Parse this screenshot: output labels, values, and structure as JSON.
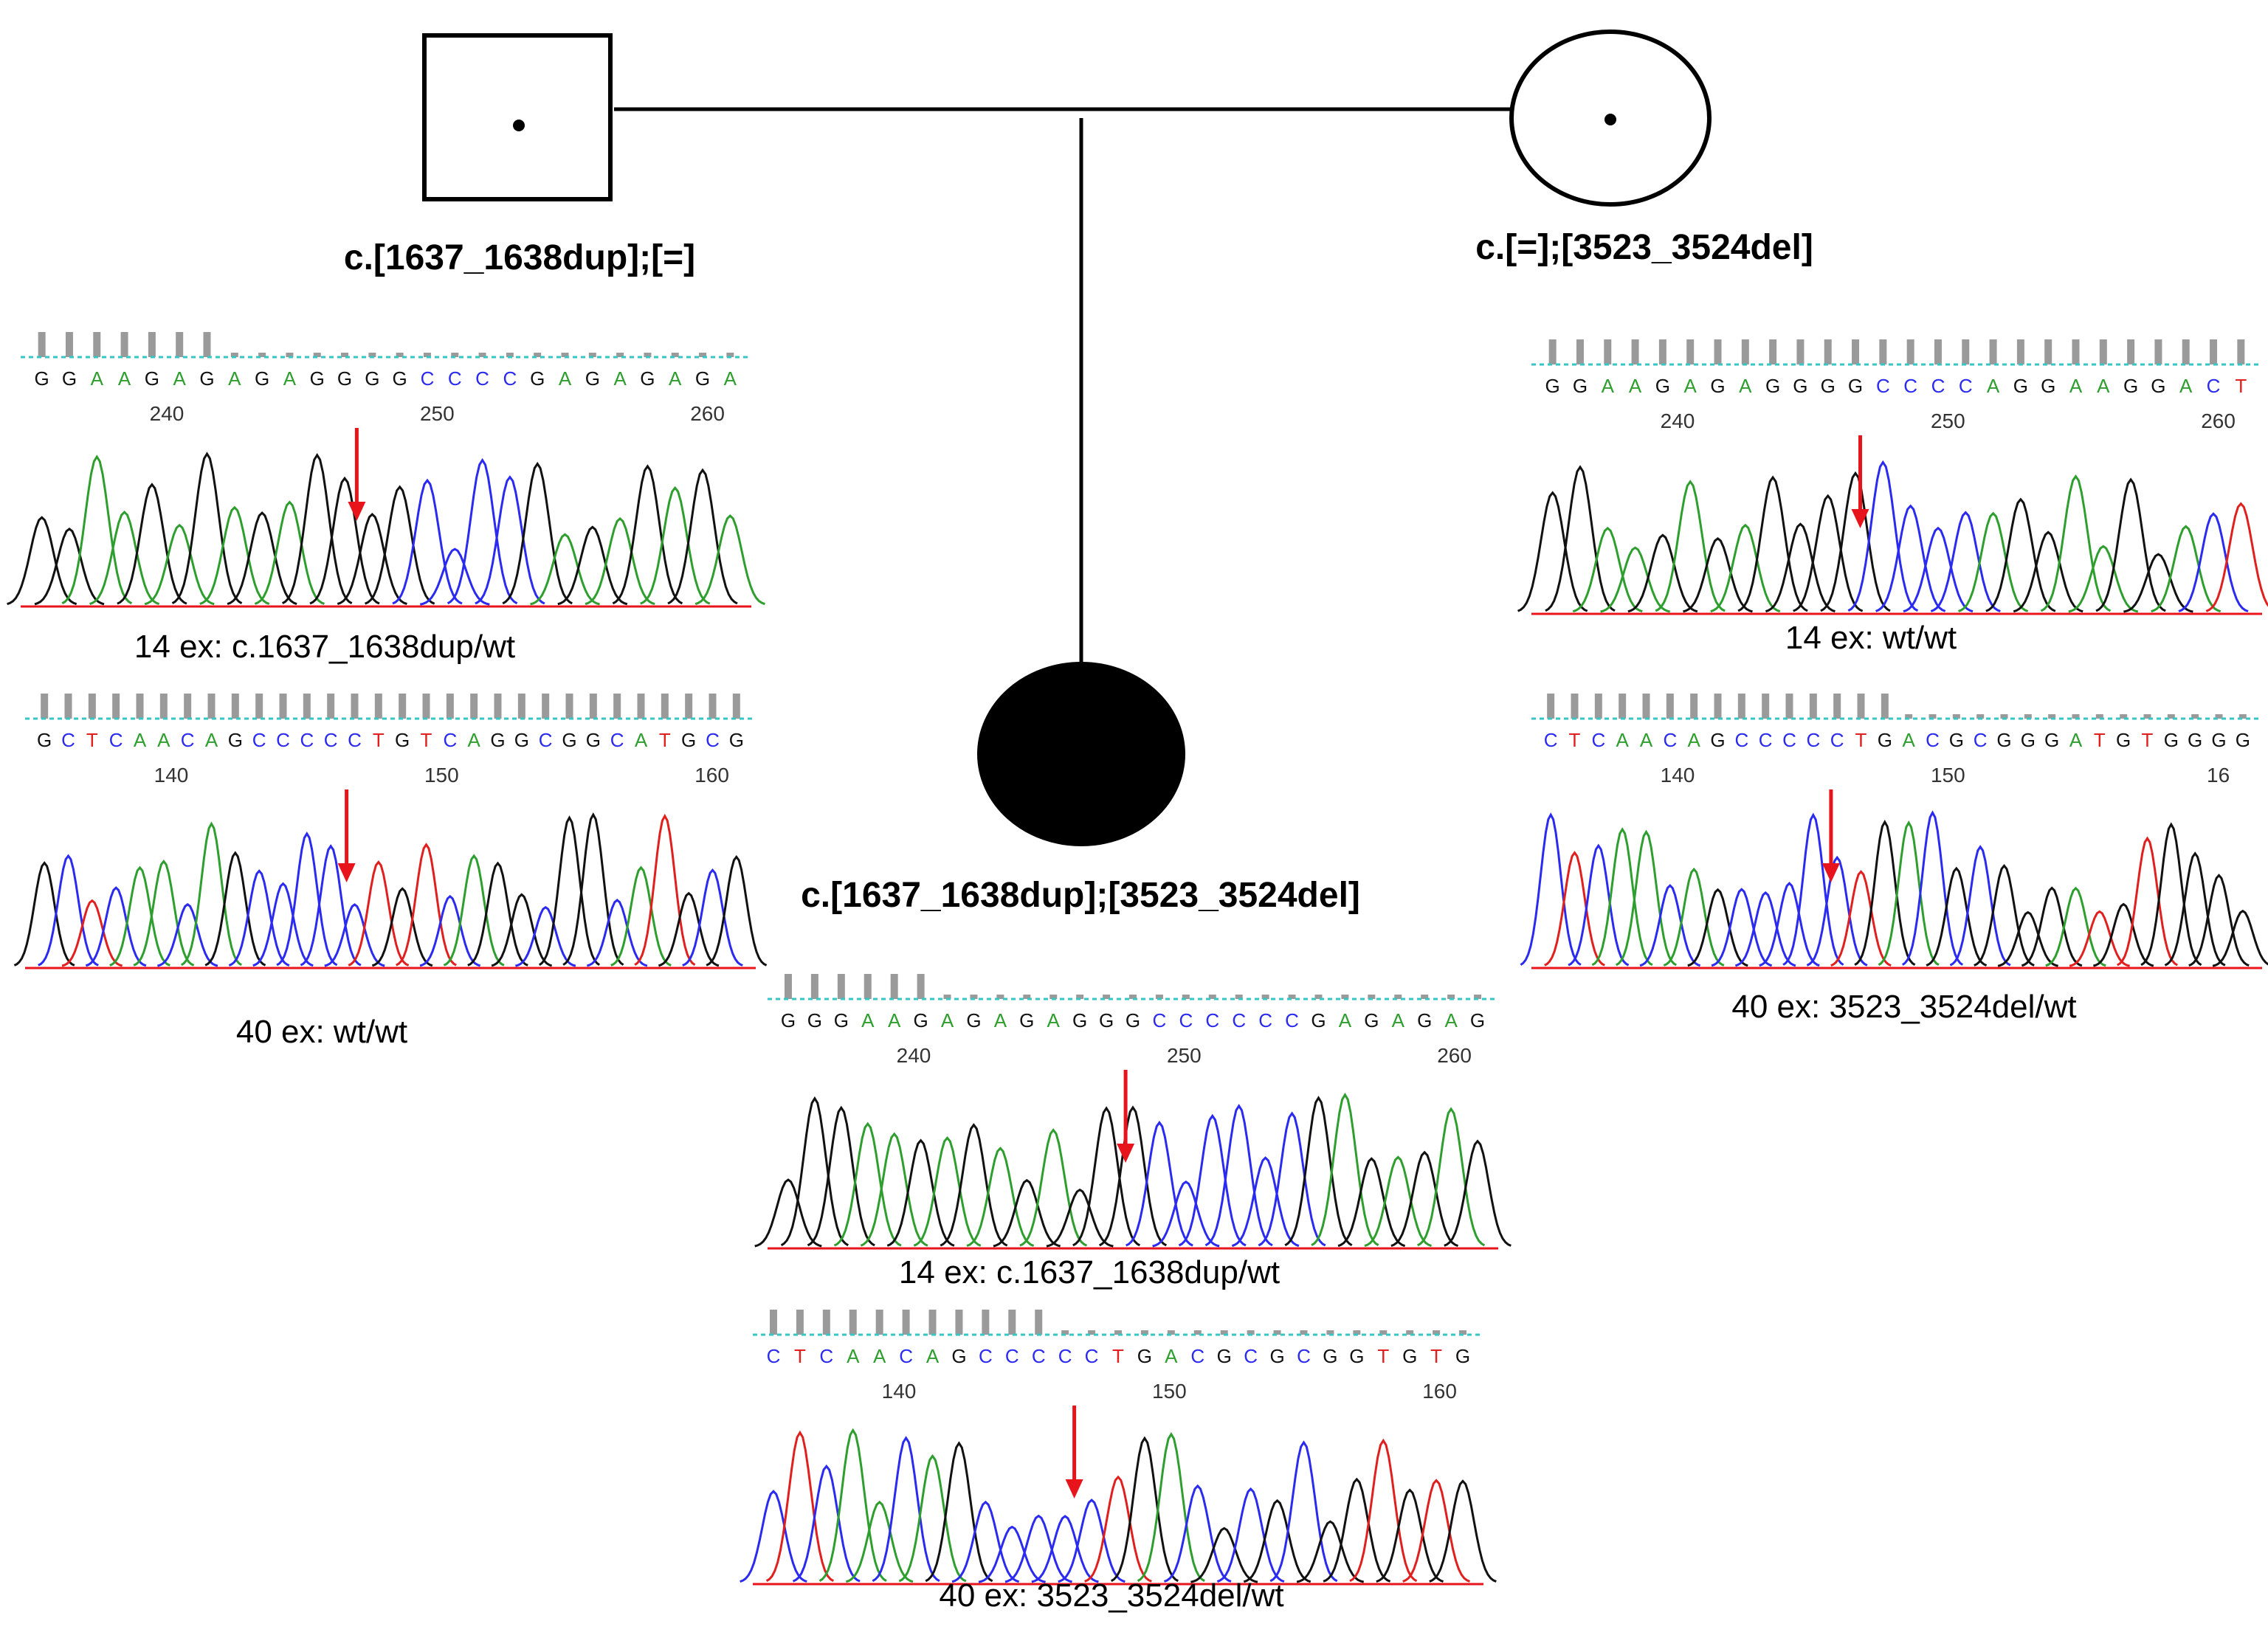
{
  "pedigree": {
    "father": {
      "shape": "square",
      "affected": false,
      "carrier": true,
      "genotype": "c.[1637_1638dup];[=]"
    },
    "mother": {
      "shape": "circle",
      "affected": false,
      "carrier": true,
      "genotype": "c.[=];[3523_3524del]"
    },
    "proband": {
      "shape": "circle",
      "affected": true,
      "genotype": "c.[1637_1638dup];[3523_3524del]"
    }
  },
  "colors": {
    "A": "#2e9e2e",
    "C": "#2a2af0",
    "G": "#111111",
    "T": "#e0201e",
    "arrow": "#e8141c",
    "baseline": "#e8141c",
    "quality": "#9a9a9a",
    "quality_line": "#35c6c6"
  },
  "traces": {
    "father_ex14": {
      "sequence": "GGAAGAGAGAGGGGCCCCGAGAGAGA",
      "ticks": [
        "240",
        "250",
        "260"
      ],
      "quality_bars": 7,
      "caption": "14 ex: c.1637_1638dup/wt"
    },
    "father_ex40": {
      "sequence": "GCTCAACAGCCCCCTGTCAGGCGGCATGCG",
      "ticks": [
        "140",
        "150",
        "160"
      ],
      "quality_bars": 30,
      "caption": "40 ex: wt/wt"
    },
    "mother_ex14": {
      "sequence": "GGAAGAGAGGGGCCCCAGGAAGGACT",
      "ticks": [
        "240",
        "250",
        "260"
      ],
      "quality_bars": 26,
      "caption": "14 ex: wt/wt"
    },
    "mother_ex40": {
      "sequence": "CTCAACAGCCCCCTGACGCGGGATGTGGGG",
      "ticks": [
        "140",
        "150",
        "16"
      ],
      "quality_bars": 15,
      "caption": "40 ex: 3523_3524del/wt"
    },
    "proband_ex14": {
      "sequence": "GGGAAGAGAGAGGGCCCCCCGAGAGAG",
      "ticks": [
        "240",
        "250",
        "260"
      ],
      "quality_bars": 6,
      "caption": "14 ex: c.1637_1638dup/wt"
    },
    "proband_ex40": {
      "sequence": "CTCAACAGCCCCCTGACGCGCGGTGTG",
      "ticks": [
        "140",
        "150",
        "160"
      ],
      "quality_bars": 11,
      "caption": "40 ex: 3523_3524del/wt"
    }
  }
}
